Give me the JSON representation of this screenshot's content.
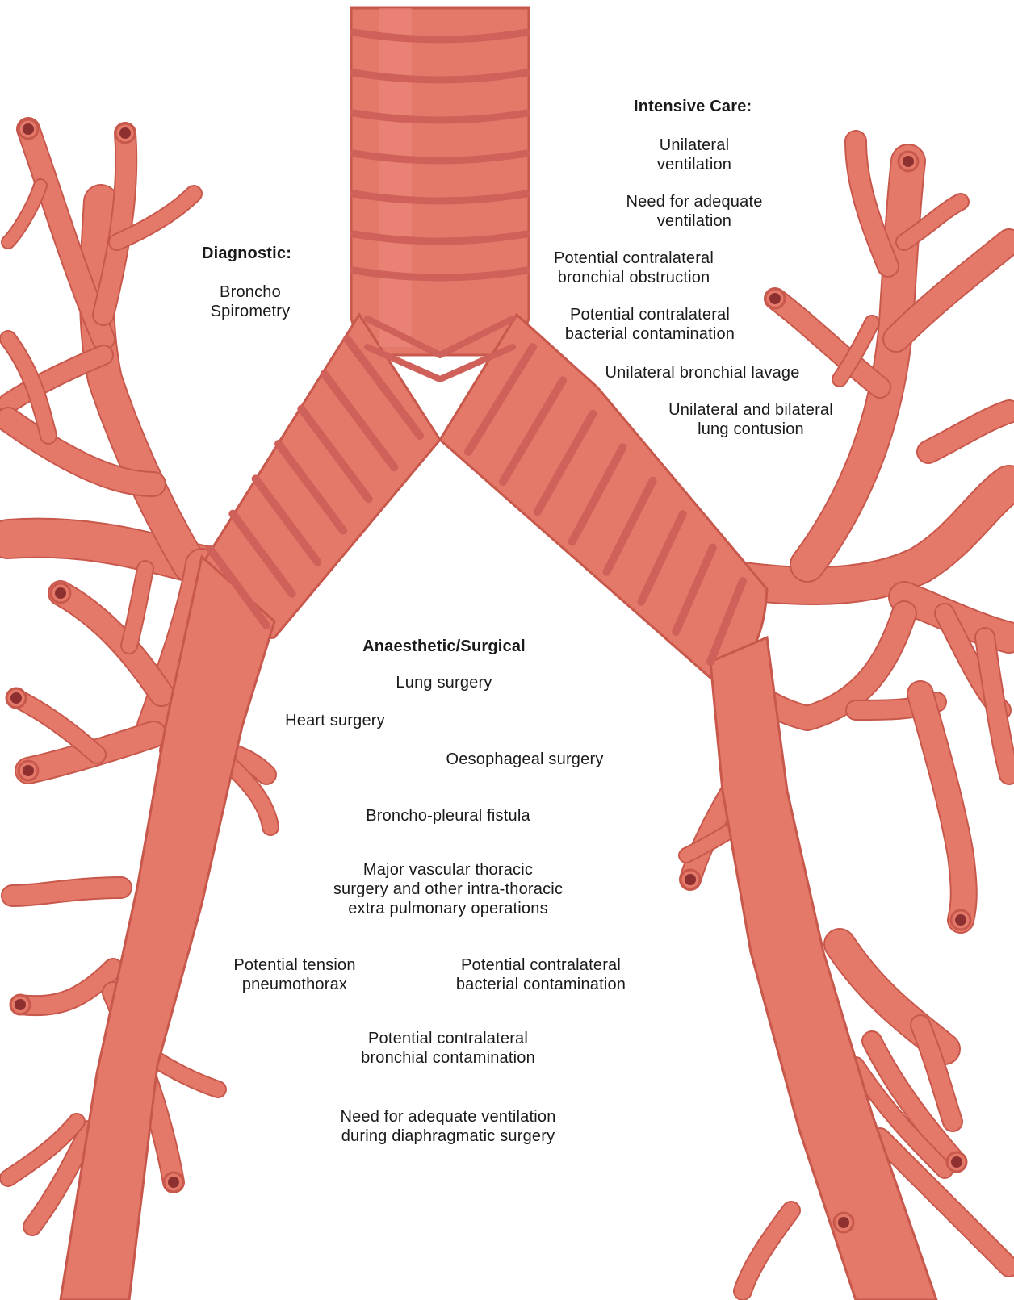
{
  "colors": {
    "airway": "#e4796a",
    "airway_shade": "#c8584c",
    "cartilage": "#d0615a",
    "lumen": "#8e2f30"
  },
  "diagnostic": {
    "heading": "Diagnostic:",
    "items": [
      {
        "lines": [
          "Broncho",
          "Spirometry"
        ]
      }
    ]
  },
  "intensive_care": {
    "heading": "Intensive Care:",
    "items": [
      {
        "lines": [
          "Unilateral",
          "ventilation"
        ]
      },
      {
        "lines": [
          "Need for adequate",
          "ventilation"
        ]
      },
      {
        "lines": [
          "Potential contralateral",
          "bronchial obstruction"
        ]
      },
      {
        "lines": [
          "Potential contralateral",
          "bacterial contamination"
        ]
      },
      {
        "lines": [
          "Unilateral bronchial lavage"
        ]
      },
      {
        "lines": [
          "Unilateral and bilateral",
          "lung contusion"
        ]
      }
    ]
  },
  "anaesthetic_surgical": {
    "heading": "Anaesthetic/Surgical",
    "items": [
      {
        "lines": [
          "Lung surgery"
        ]
      },
      {
        "lines": [
          "Heart surgery"
        ]
      },
      {
        "lines": [
          "Oesophageal surgery"
        ]
      },
      {
        "lines": [
          "Broncho-pleural fistula"
        ]
      },
      {
        "lines": [
          "Major vascular thoracic",
          "surgery and other intra-thoracic",
          "extra pulmonary operations"
        ]
      },
      {
        "lines": [
          "Potential tension",
          "pneumothorax"
        ]
      },
      {
        "lines": [
          "Potential contralateral",
          "bacterial contamination"
        ]
      },
      {
        "lines": [
          "Potential contralateral",
          "bronchial contamination"
        ]
      },
      {
        "lines": [
          "Need for adequate ventilation",
          "during diaphragmatic surgery"
        ]
      }
    ]
  }
}
